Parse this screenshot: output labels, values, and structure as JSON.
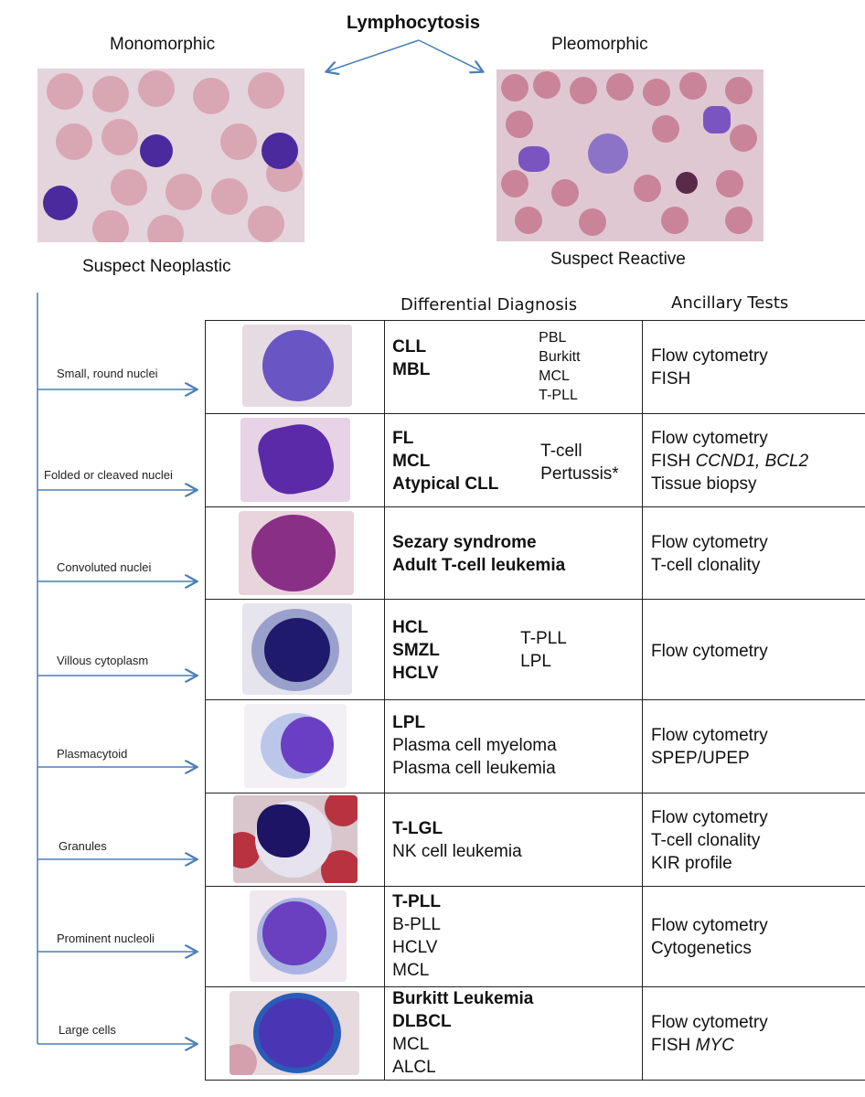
{
  "title": "Lymphocytosis",
  "left_branch": {
    "label": "Monomorphic",
    "caption": "Suspect Neoplastic"
  },
  "right_branch": {
    "label": "Pleomorphic",
    "caption": "Suspect Reactive"
  },
  "table": {
    "headers": {
      "diagnosis": "Differential Diagnosis",
      "tests": "Ancillary Tests"
    },
    "rows": [
      {
        "feature": "Small, round nuclei",
        "primary": [
          "CLL",
          "MBL"
        ],
        "secondary": [],
        "alternates": [
          "PBL",
          "Burkitt",
          "MCL",
          "T-PLL"
        ],
        "tests": [
          "Flow cytometry",
          "FISH"
        ]
      },
      {
        "feature": "Folded or cleaved nuclei",
        "primary": [
          "FL",
          "MCL",
          "Atypical CLL"
        ],
        "secondary": [],
        "alternates": [
          "T-cell",
          "Pertussis*"
        ],
        "tests": [
          "Flow cytometry",
          "FISH ",
          "Tissue biopsy"
        ],
        "test_italic": "CCND1, BCL2"
      },
      {
        "feature": "Convoluted nuclei",
        "primary": [
          "Sezary syndrome",
          "Adult T-cell leukemia"
        ],
        "secondary": [],
        "alternates": [],
        "tests": [
          "Flow cytometry",
          "T-cell clonality"
        ]
      },
      {
        "feature": "Villous cytoplasm",
        "primary": [
          "HCL",
          "SMZL",
          "HCLV"
        ],
        "secondary": [],
        "alternates": [
          "T-PLL",
          "LPL"
        ],
        "tests": [
          "Flow cytometry"
        ]
      },
      {
        "feature": "Plasmacytoid",
        "primary": [
          "LPL"
        ],
        "secondary": [
          "Plasma cell myeloma",
          "Plasma cell leukemia"
        ],
        "alternates": [],
        "tests": [
          "Flow cytometry",
          "SPEP/UPEP"
        ]
      },
      {
        "feature": "Granules",
        "primary": [
          "T-LGL"
        ],
        "secondary": [
          "NK cell leukemia"
        ],
        "alternates": [],
        "tests": [
          "Flow cytometry",
          "T-cell clonality",
          "KIR profile"
        ]
      },
      {
        "feature": "Prominent nucleoli",
        "primary": [
          "T-PLL"
        ],
        "secondary": [
          "B-PLL",
          "HCLV",
          "MCL"
        ],
        "alternates": [],
        "tests": [
          "Flow cytometry",
          "Cytogenetics"
        ]
      },
      {
        "feature": "Large cells",
        "primary": [
          "Burkitt Leukemia",
          "DLBCL"
        ],
        "secondary": [
          "MCL",
          "ALCL"
        ],
        "alternates": [],
        "tests": [
          "Flow cytometry",
          "FISH "
        ],
        "test_italic": "MYC"
      }
    ]
  },
  "colors": {
    "arrow": "#4a7fb5",
    "rbc": "#e6b8c2",
    "lymph": "#4b2a9e",
    "line": "#222222"
  }
}
